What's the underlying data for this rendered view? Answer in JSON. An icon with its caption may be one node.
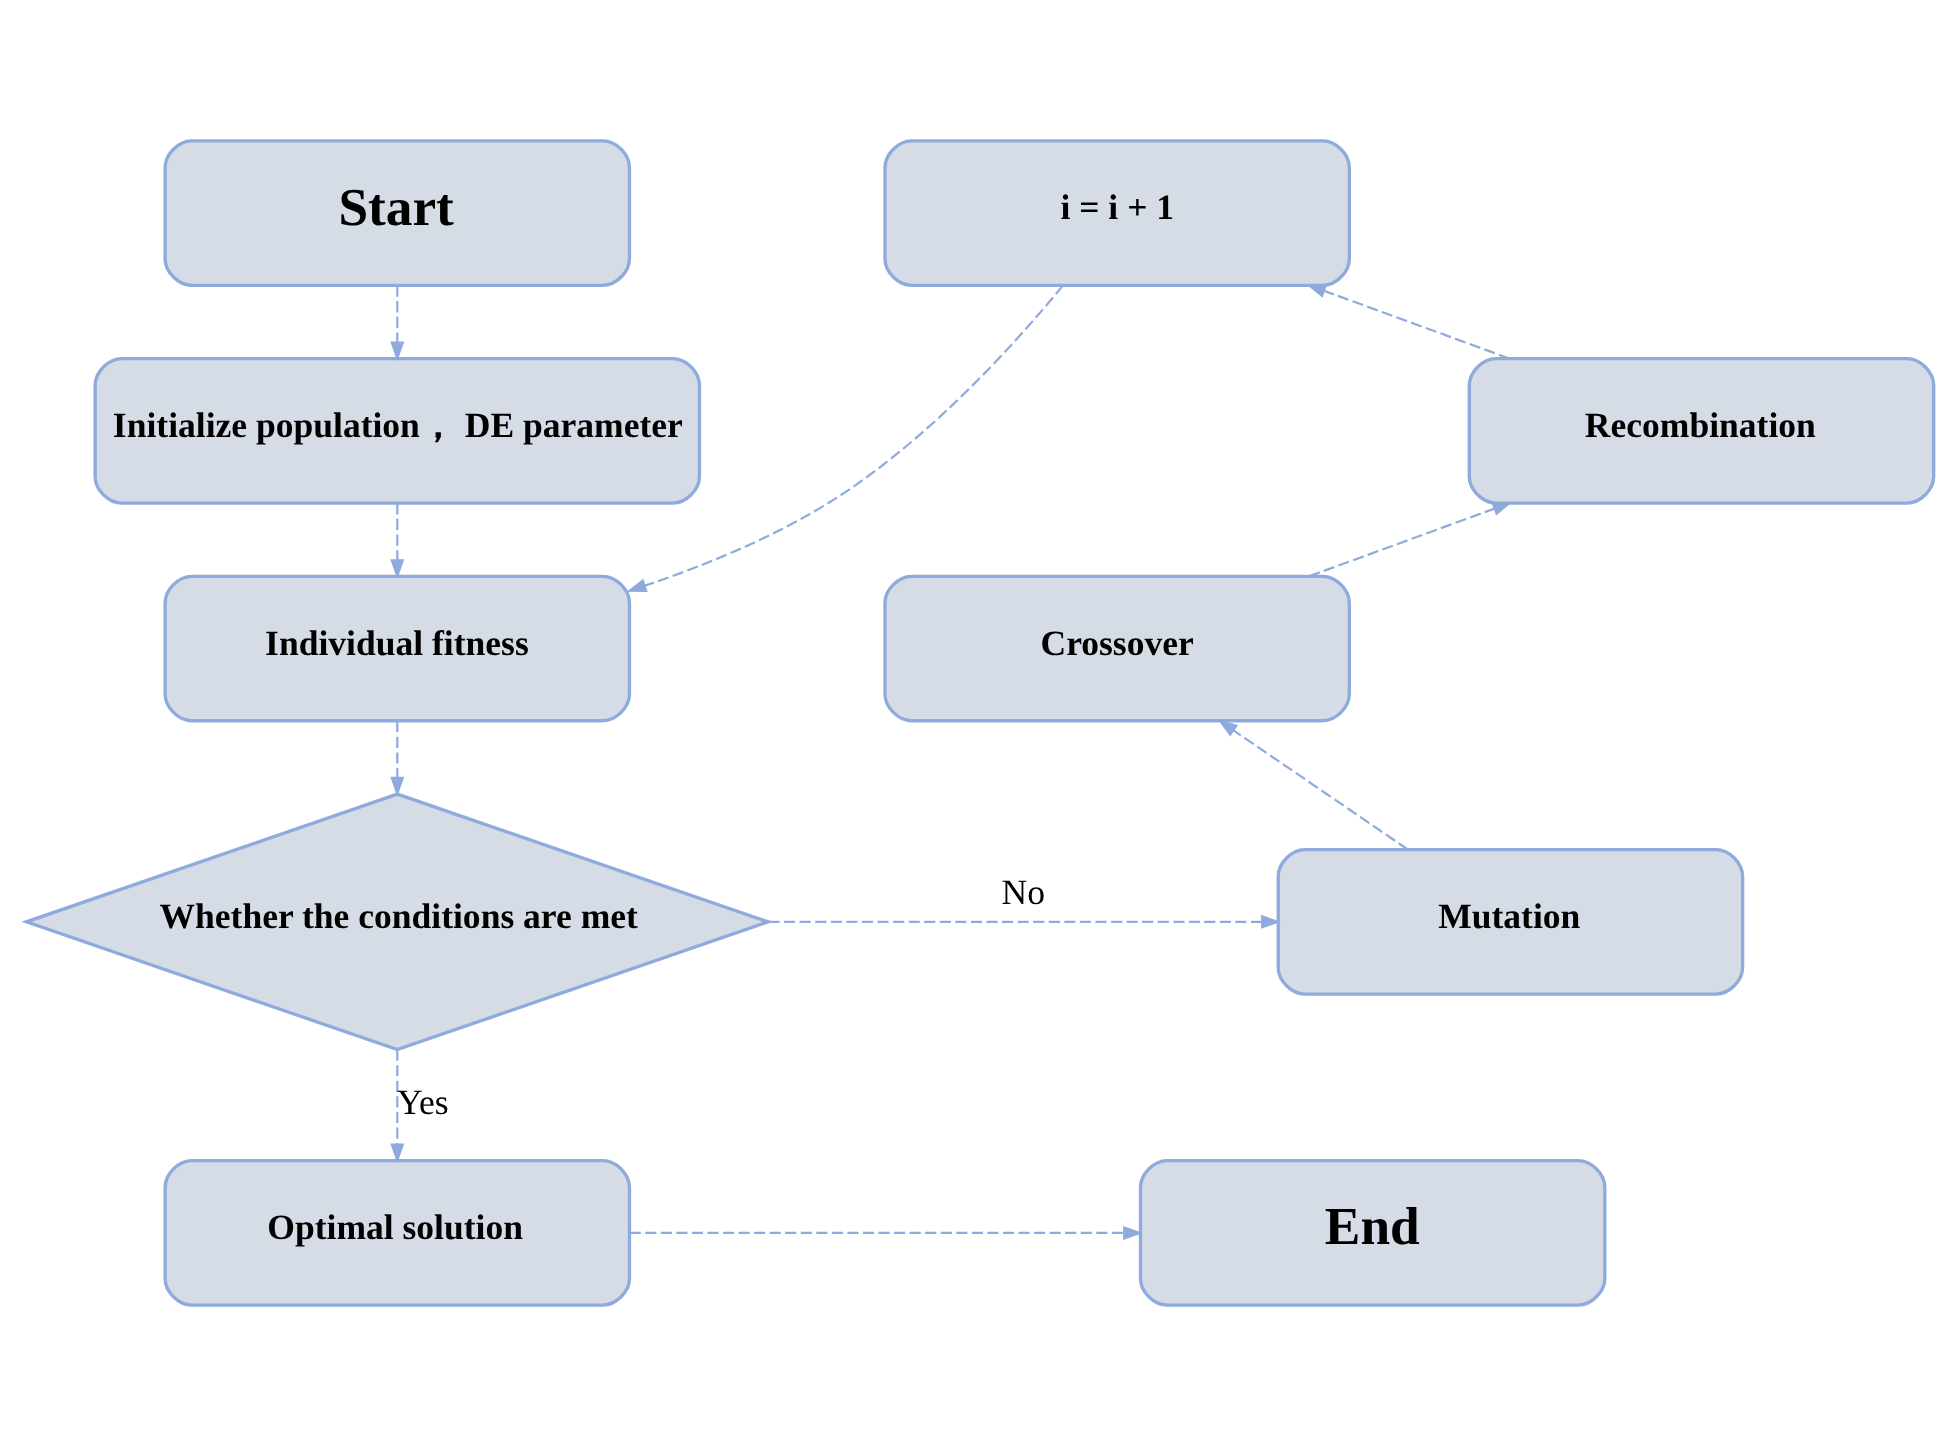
{
  "diagram": {
    "nodes": [
      {
        "text": [
          "Start"
        ]
      },
      {
        "text": [
          "Initialize population， DE parameter"
        ]
      },
      {
        "text": [
          "Individual fitness"
        ]
      },
      {
        "text": [
          "Whether the conditions are met"
        ]
      },
      {
        "text": [
          "Optimal solution"
        ]
      },
      {
        "text": [
          "i = i + 1"
        ]
      },
      {
        "text": [
          "Recombination"
        ]
      },
      {
        "text": [
          "Crossover"
        ]
      },
      {
        "text": [
          "Mutation"
        ]
      },
      {
        "text": [
          "End"
        ]
      }
    ],
    "edges": [
      {
        "from": 0,
        "to": 1,
        "arrow": "to",
        "style": "dashed"
      },
      {
        "from": 1,
        "to": 2,
        "arrow": "to",
        "style": "dashed"
      },
      {
        "from": 5,
        "to": 2,
        "arrow": "to",
        "style": "dashed"
      },
      {
        "from": 2,
        "to": 3,
        "arrow": "to",
        "style": "dashed"
      },
      {
        "from": 3,
        "to": 8,
        "arrow": "to",
        "style": "dashed",
        "label": "No"
      },
      {
        "from": 3,
        "to": 4,
        "arrow": "to",
        "style": "dashed",
        "label": "Yes"
      },
      {
        "from": 8,
        "to": 7,
        "arrow": "to",
        "style": "dashed"
      },
      {
        "from": 7,
        "to": 6,
        "arrow": "to",
        "style": "dashed"
      },
      {
        "from": 6,
        "to": 5,
        "arrow": "to",
        "style": "dashed"
      },
      {
        "from": 4,
        "to": 9,
        "arrow": "to",
        "style": "dashed"
      }
    ]
  }
}
